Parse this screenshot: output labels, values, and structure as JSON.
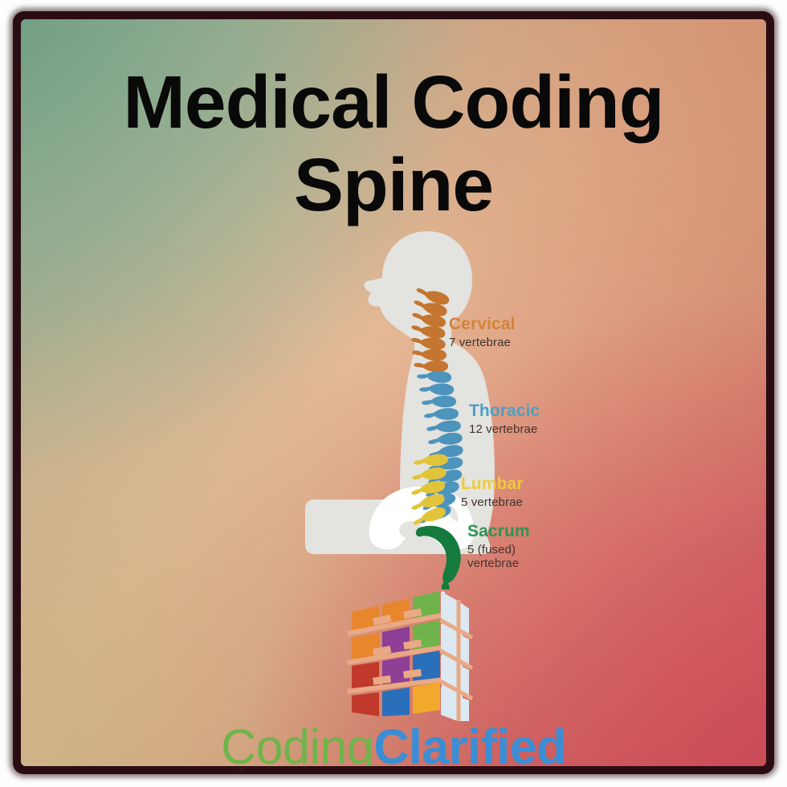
{
  "poster": {
    "title_line1": "Medical Coding",
    "title_line2": "Spine",
    "frame_color": "#2a0d13",
    "background_colors": {
      "top_left": "#7eaf92",
      "top_right": "#e9a37e",
      "bottom_left": "#e8ca98",
      "bottom_right": "#e25460"
    }
  },
  "illustration": {
    "name": "human-body-spine-side-view",
    "body_color": "#e3e3e0",
    "pelvis_color": "#ffffff"
  },
  "labels": [
    {
      "id": "cervical",
      "title": "Cervical",
      "subtitle": "7 vertebrae",
      "color": "#d4823a",
      "vertebrae_count": 7
    },
    {
      "id": "thoracic",
      "title": "Thoracic",
      "subtitle": "12 vertebrae",
      "color": "#4e9ec4",
      "vertebrae_count": 12
    },
    {
      "id": "lumbar",
      "title": "Lumbar",
      "subtitle": "5 vertebrae",
      "color": "#efc93c",
      "vertebrae_count": 5
    },
    {
      "id": "sacrum",
      "title": "Sacrum",
      "subtitle_line1": "5 (fused)",
      "subtitle_line2": "vertebrae",
      "color": "#2e9553",
      "vertebrae_count": 5
    }
  ],
  "logo": {
    "icon_name": "puzzle-cube-icon",
    "wordmark_part1": "Coding",
    "wordmark_part2": "Clarified",
    "color_part1": "#6fb44a",
    "color_part2": "#3c8ed4",
    "cube_face_colors": [
      "#e8862e",
      "#6fb44a",
      "#8e3f96",
      "#2a6fba",
      "#c0392b",
      "#f2a82a",
      "#dce8f2"
    ]
  }
}
